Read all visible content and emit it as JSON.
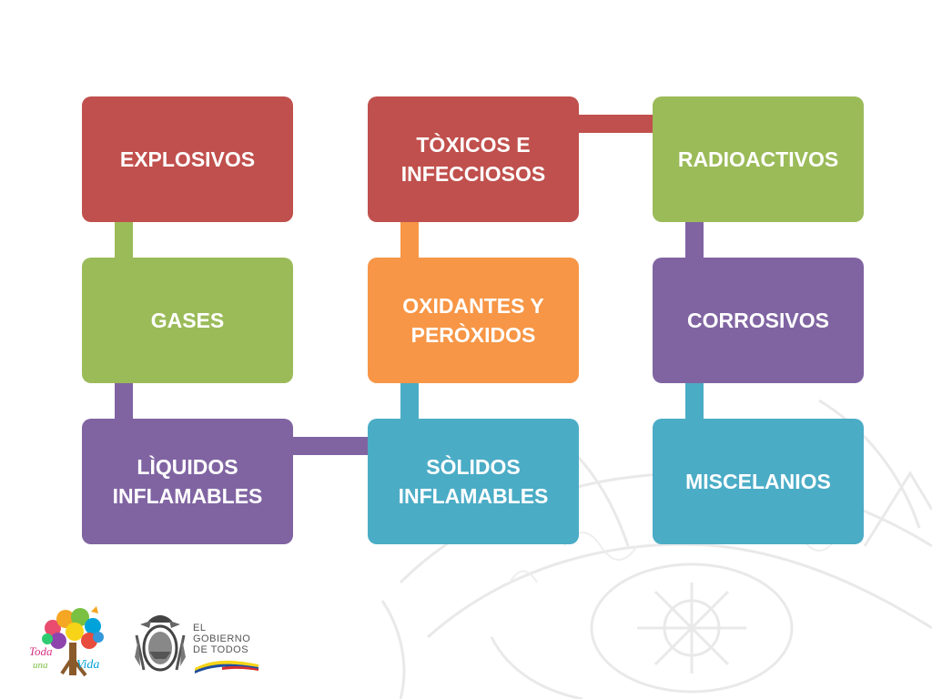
{
  "colors": {
    "red": "#c0504d",
    "green": "#9bbb59",
    "purple": "#8064a2",
    "orange": "#f79646",
    "teal": "#4bacc6"
  },
  "diagram": {
    "nodes": [
      {
        "id": "explosivos",
        "label": "EXPLOSIVOS",
        "color": "red"
      },
      {
        "id": "gases",
        "label": "GASES",
        "color": "green"
      },
      {
        "id": "liquidos",
        "label": "LÌQUIDOS\nINFLAMABLES",
        "color": "purple"
      },
      {
        "id": "toxicos",
        "label": "TÒXICOS E\nINFECCIOSOS",
        "color": "red"
      },
      {
        "id": "oxidantes",
        "label": "OXIDANTES Y\nPERÒXIDOS",
        "color": "orange"
      },
      {
        "id": "solidos",
        "label": "SÒLIDOS\nINFLAMABLES",
        "color": "teal"
      },
      {
        "id": "radioactivos",
        "label": "RADIOACTIVOS",
        "color": "green"
      },
      {
        "id": "corrosivos",
        "label": "CORROSIVOS",
        "color": "purple"
      },
      {
        "id": "miscelanios",
        "label": "MISCELANIOS",
        "color": "teal"
      }
    ],
    "edges": [
      {
        "from": "explosivos",
        "to": "gases"
      },
      {
        "from": "gases",
        "to": "liquidos"
      },
      {
        "from": "liquidos",
        "to": "solidos"
      },
      {
        "from": "solidos",
        "to": "oxidantes"
      },
      {
        "from": "oxidantes",
        "to": "toxicos"
      },
      {
        "from": "toxicos",
        "to": "radioactivos"
      },
      {
        "from": "radioactivos",
        "to": "corrosivos"
      },
      {
        "from": "corrosivos",
        "to": "miscelanios"
      }
    ]
  },
  "footer": {
    "logo_toda_text_1": "Toda",
    "logo_toda_text_2": "una",
    "logo_toda_text_3": "Vida",
    "gov_line_1": "EL",
    "gov_line_2": "GOBIERNO",
    "gov_line_3": "DE TODOS"
  }
}
